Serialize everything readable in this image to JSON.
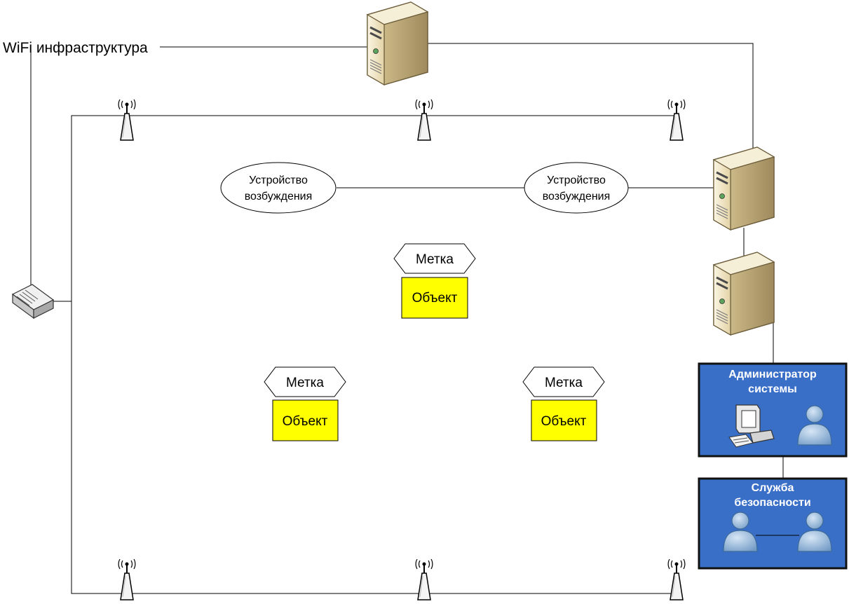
{
  "wifi_infrastructure_label": "WiFi инфраструктура",
  "excitation_devices": [
    {
      "label_line1": "Устройство",
      "label_line2": "возбуждения"
    },
    {
      "label_line1": "Устройство",
      "label_line2": "возбуждения"
    }
  ],
  "objects": [
    {
      "tag_label": "Метка",
      "object_label": "Объект"
    },
    {
      "tag_label": "Метка",
      "object_label": "Объект"
    },
    {
      "tag_label": "Метка",
      "object_label": "Объект"
    }
  ],
  "admin_panel": {
    "title_line1": "Администратор",
    "title_line2": "системы"
  },
  "security_panel": {
    "title_line1": "Служба",
    "title_line2": "безопасности"
  },
  "colors": {
    "object_fill": "#ffff00",
    "panel_fill": "#3a6fc8",
    "server_body": "#efe3c2",
    "person_fill": "#8fb4d9"
  },
  "icons": [
    "server-icon",
    "access-point-icon",
    "network-switch-icon",
    "workstation-icon",
    "person-icon"
  ]
}
